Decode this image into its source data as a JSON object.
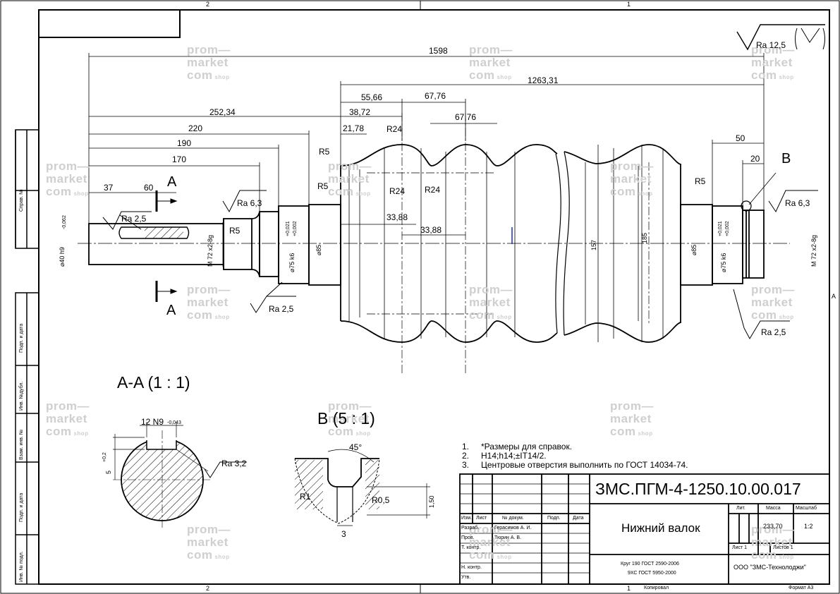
{
  "zone_top_left": "2",
  "zone_top_right": "1",
  "zone_bottom_left": "2",
  "zone_bottom_right": "1",
  "zone_side": "A",
  "side_labels": {
    "sprav": "Справ. №",
    "podp1": "Подп. и дата",
    "inv_dubl": "Инв. №дубл.",
    "vzam": "Взам. инв. №",
    "podp2": "Подп. и дата",
    "inv_podl": "Инв. № подл."
  },
  "watermark": {
    "line1": "prom—",
    "line2": "market",
    "line3": "com",
    "shop": "shop"
  },
  "dimensions": {
    "d1598": "1598",
    "d1263": "1263,31",
    "d5566": "55,66",
    "d6776a": "67,76",
    "d3872": "38,72",
    "d6776b": "67,76",
    "d25234": "252,34",
    "d2178": "21,78",
    "r24a": "R24",
    "d220": "220",
    "d190": "190",
    "d170": "170",
    "r5a": "R5",
    "r5b": "R5",
    "r24b": "R24",
    "r24c": "R24",
    "d37": "37",
    "d60": "60",
    "d50": "50",
    "d20": "20",
    "r5c": "R5",
    "r5d": "R5",
    "d3388a": "33,88",
    "d3388b": "33,88",
    "phi40": "⌀40 h9",
    "phi40tol": "-0,062",
    "m72a": "M 72 x2-8g",
    "phi75a": "⌀75 k6",
    "tolA1": "+0,021",
    "tolA2": "+0,002",
    "phi85a": "⌀85",
    "d157": "157",
    "d185": "185",
    "phi85b": "⌀85",
    "phi75b": "⌀75 k6",
    "tolB1": "+0,021",
    "tolB2": "+0,002",
    "m72b": "M 72 x2-8g"
  },
  "roughness": {
    "top": "Ra 12,5",
    "ra25a": "Ra 2,5",
    "ra63a": "Ra 6,3",
    "ra25b": "Ra 2,5",
    "ra63b": "Ra 6,3",
    "ra25c": "Ra 2,5",
    "ra32": "Ra 3,2"
  },
  "sections": {
    "cut_a_top": "A",
    "cut_a_bottom": "A",
    "detail_b": "B",
    "aa_title": "A-A (1 : 1)",
    "b_title": "B (5 : 1)",
    "keyway": "12 N9",
    "keyway_tol": "-0,043",
    "depth": "5",
    "depth_tol": "+0,2",
    "angle": "45°",
    "r1": "R1",
    "r05": "R0,5",
    "d150": "1,50",
    "d3": "3"
  },
  "notes": [
    {
      "num": "1.",
      "text": "*Размеры для справок."
    },
    {
      "num": "2.",
      "text": "H14;h14;±IT14/2."
    },
    {
      "num": "3.",
      "text": "Центровые отверстия выполнить по ГОСТ 14034-74."
    }
  ],
  "title_block": {
    "designation": "ЗМС.ПГМ-4-1250.10.00.017",
    "name": "Нижний валок",
    "material1": "Круг 190 ГОСТ 2590-2006",
    "material2": "9ХС ГОСТ 5950-2000",
    "company": "ООО \"ЗМС-Технолоджи\"",
    "lit": "Лит.",
    "mass_label": "Масса",
    "scale_label": "Масштаб",
    "mass": "233,70",
    "scale": "1:2",
    "sheet": "Лист 1",
    "sheets": "Листов 1",
    "col_izm": "Изм.",
    "col_list": "Лист",
    "col_doc": "№ докум.",
    "col_podp": "Подп.",
    "col_data": "Дата",
    "razrab": "Разраб.",
    "razrab_name": "Герасимов А. И.",
    "prov": "Пров.",
    "prov_name": "Тюрин А. В.",
    "tkontr": "Т. контр.",
    "nkontr": "Н. контр.",
    "utv": "Утв.",
    "copied": "Копировал",
    "format": "Формат А3"
  }
}
